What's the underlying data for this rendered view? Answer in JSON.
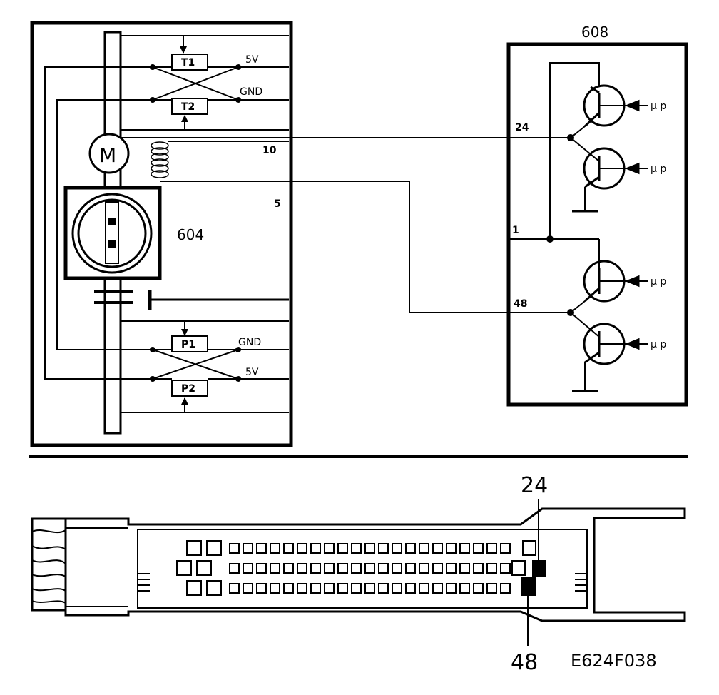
{
  "labels": {
    "ecu_number": "608",
    "actuator_number": "604",
    "motor": "M",
    "t1": "T1",
    "t2": "T2",
    "p1": "P1",
    "p2": "P2",
    "v5_top": "5V",
    "gnd_top": "GND",
    "gnd_bottom": "GND",
    "v5_bottom": "5V",
    "pin_10": "10",
    "pin_5": "5",
    "pin_24_schematic": "24",
    "pin_1": "1",
    "pin_48_schematic": "48",
    "mu_p": "µ p",
    "pin_24_connector": "24",
    "pin_48_connector": "48",
    "figure_code": "E624F038"
  }
}
